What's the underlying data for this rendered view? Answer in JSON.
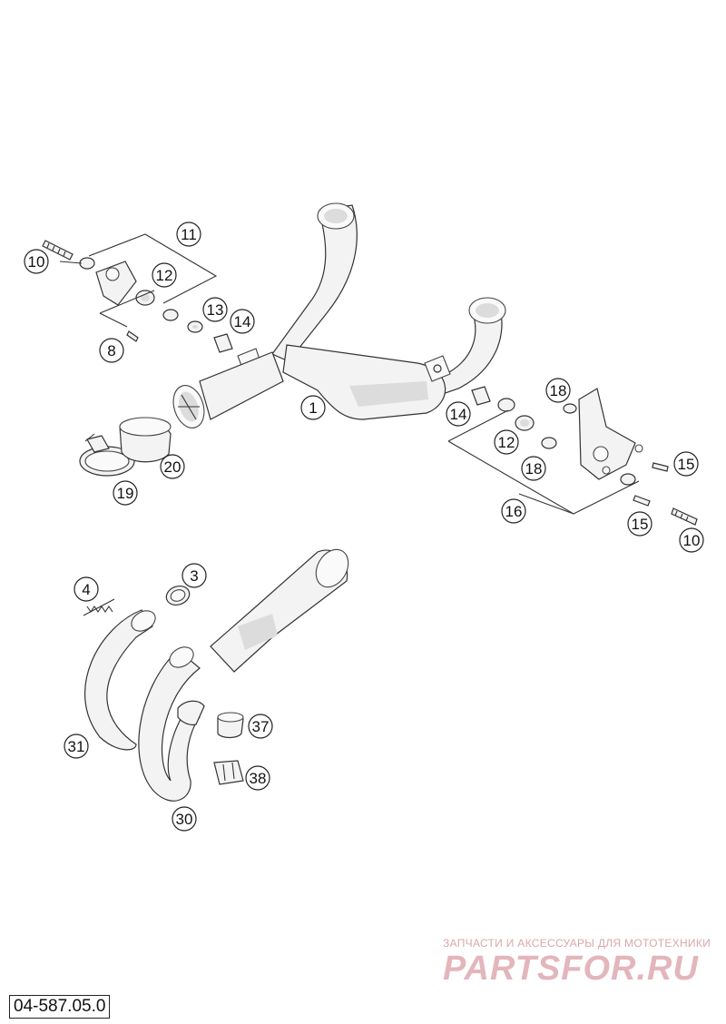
{
  "diagram": {
    "document_number": "04-587.05.0",
    "watermark": {
      "tagline": "ЗАПЧАСТИ И АКСЕССУАРЫ ДЛЯ МОТОТЕХНИКИ",
      "brand": "PARTSFOR.RU"
    },
    "callouts": [
      {
        "id": "c-11",
        "label": "11"
      },
      {
        "id": "c-10a",
        "label": "10"
      },
      {
        "id": "c-12a",
        "label": "12"
      },
      {
        "id": "c-13",
        "label": "13"
      },
      {
        "id": "c-14a",
        "label": "14"
      },
      {
        "id": "c-8",
        "label": "8"
      },
      {
        "id": "c-1",
        "label": "1"
      },
      {
        "id": "c-19",
        "label": "19"
      },
      {
        "id": "c-20",
        "label": "20"
      },
      {
        "id": "c-18a",
        "label": "18"
      },
      {
        "id": "c-14b",
        "label": "14"
      },
      {
        "id": "c-12b",
        "label": "12"
      },
      {
        "id": "c-18b",
        "label": "18"
      },
      {
        "id": "c-15a",
        "label": "15"
      },
      {
        "id": "c-16",
        "label": "16"
      },
      {
        "id": "c-15b",
        "label": "15"
      },
      {
        "id": "c-10b",
        "label": "10"
      },
      {
        "id": "c-4",
        "label": "4"
      },
      {
        "id": "c-3",
        "label": "3"
      },
      {
        "id": "c-37",
        "label": "37"
      },
      {
        "id": "c-31",
        "label": "31"
      },
      {
        "id": "c-38",
        "label": "38"
      },
      {
        "id": "c-30",
        "label": "30"
      }
    ]
  }
}
